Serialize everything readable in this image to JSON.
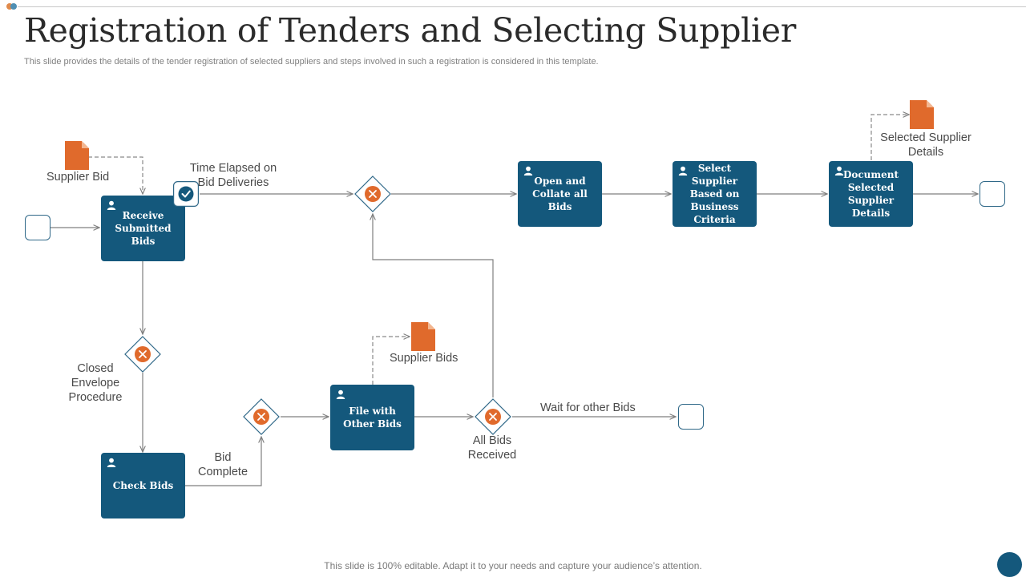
{
  "slide": {
    "title": "Registration of Tenders and Selecting Supplier",
    "subtitle": "This slide provides the details of the tender registration of selected suppliers and steps involved in such a registration is considered in this template.",
    "footer": "This slide is 100% editable. Adapt it to your needs and capture your audience’s attention."
  },
  "colors": {
    "task_fill": "#14587c",
    "gateway_marker": "#e06a2c",
    "document": "#e06a2c",
    "connector": "#7f7f7f",
    "accent_dot_orange": "#e08a4c",
    "accent_dot_blue": "#4f8fb4"
  },
  "tasks": {
    "receive_bids": "Receive Submitted Bids",
    "check_bids": "Check Bids",
    "file_bids": "File with Other Bids",
    "open_collate": "Open and Collate all Bids",
    "select_supplier": "Select Supplier Based on Business Criteria",
    "document_supplier": "Document Selected Supplier Details"
  },
  "labels": {
    "supplier_bid": "Supplier Bid",
    "time_elapsed_line1": "Time Elapsed on",
    "time_elapsed_line2": "Bid Deliveries",
    "closed_envelope_line1": "Closed",
    "closed_envelope_line2": "Envelope",
    "closed_envelope_line3": "Procedure",
    "bid_complete_line1": "Bid",
    "bid_complete_line2": "Complete",
    "supplier_bids": "Supplier Bids",
    "all_bids_line1": "All Bids",
    "all_bids_line2": "Received",
    "wait_other_bids": "Wait for other Bids",
    "selected_details_line1": "Selected Supplier",
    "selected_details_line2": "Details"
  },
  "icons": {
    "task": "user-icon",
    "gateway": "exclusive-gateway-x-icon",
    "document": "document-icon",
    "timer": "timer-clock-icon",
    "event": "event-rounded-square"
  }
}
